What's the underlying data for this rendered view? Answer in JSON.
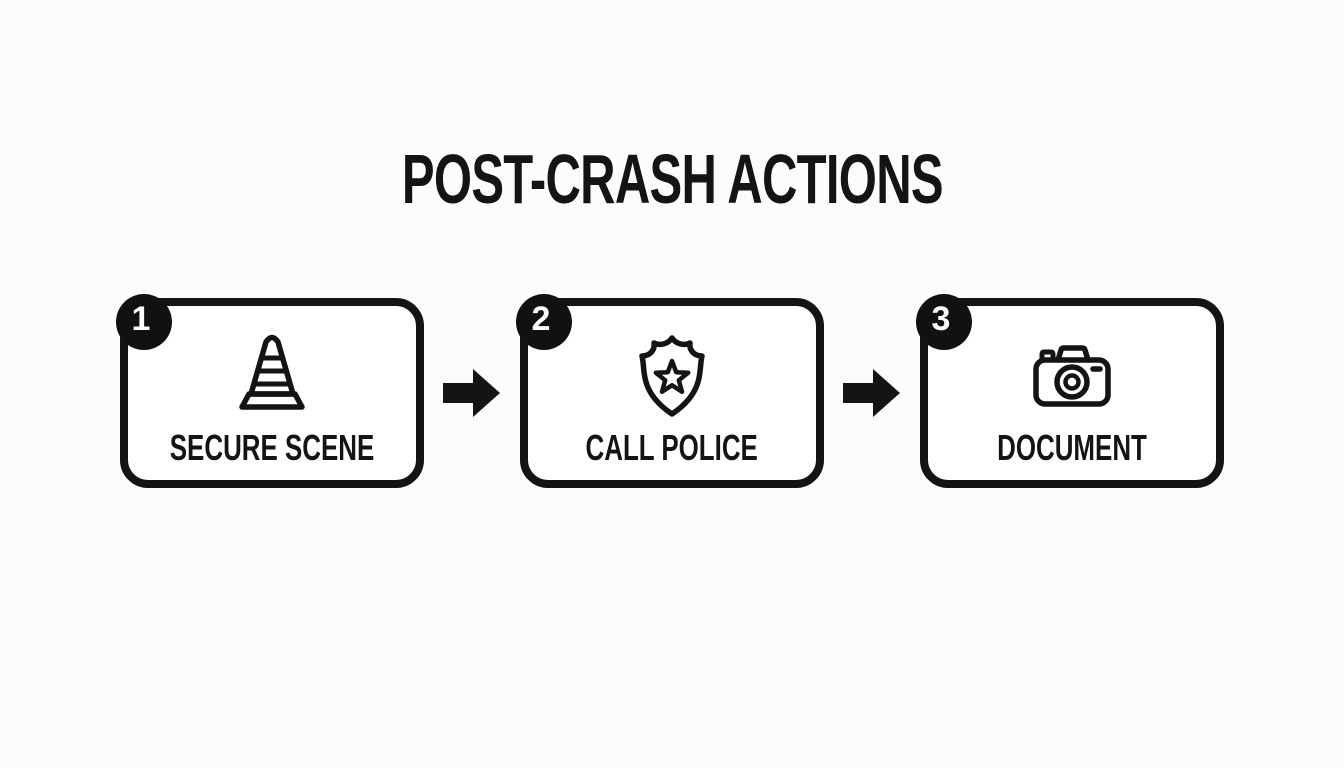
{
  "title": "POST-CRASH ACTIONS",
  "colors": {
    "ink": "#141414",
    "background": "#fcfcfc",
    "card_background": "#ffffff",
    "badge_fill": "#111111",
    "badge_number_color": "#ffffff"
  },
  "steps": [
    {
      "number": "1",
      "label": "SECURE SCENE",
      "icon": "traffic-cone-icon"
    },
    {
      "number": "2",
      "label": "CALL POLICE",
      "icon": "police-badge-icon"
    },
    {
      "number": "3",
      "label": "DOCUMENT",
      "icon": "camera-icon"
    }
  ],
  "connectors": [
    {
      "icon": "right-arrow-icon"
    },
    {
      "icon": "right-arrow-icon"
    }
  ]
}
